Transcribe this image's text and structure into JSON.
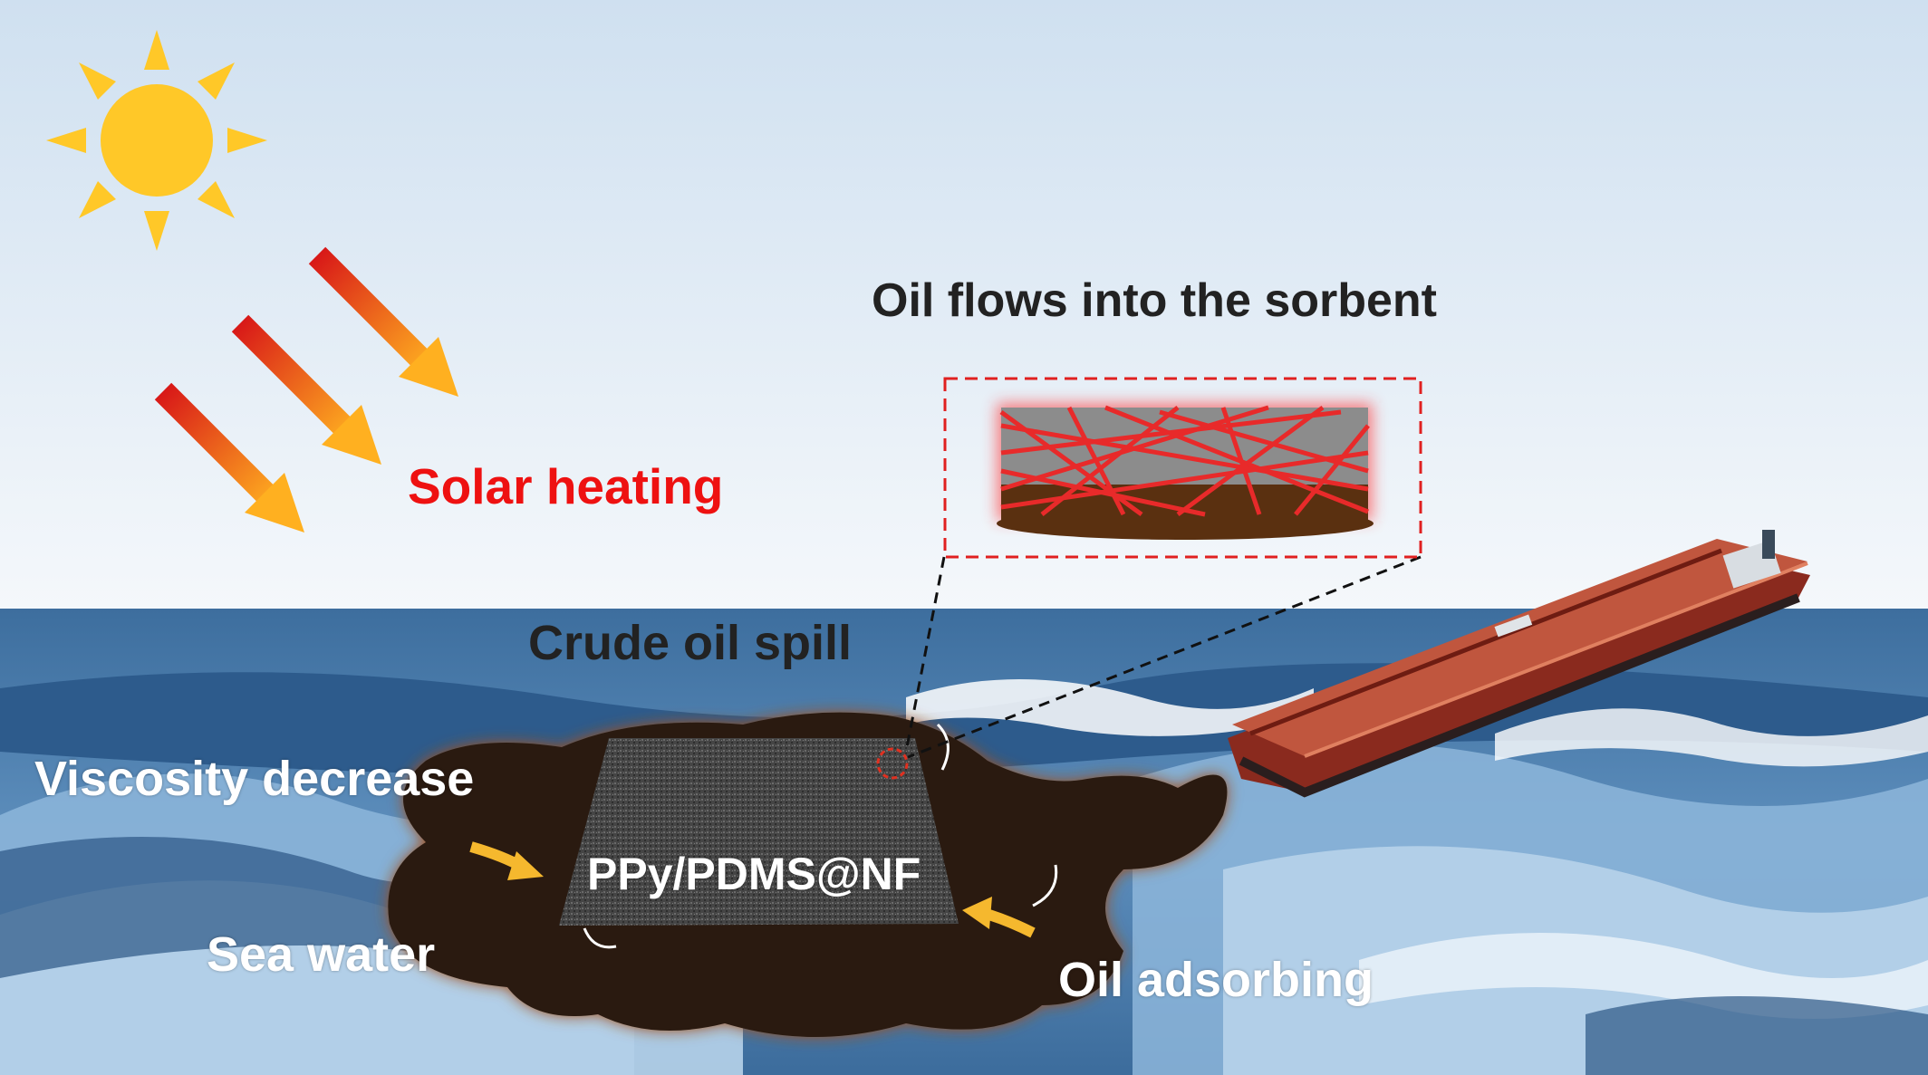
{
  "labels": {
    "oil_flows": "Oil flows into the sorbent",
    "solar_heating": "Solar heating",
    "crude_oil_spill": "Crude oil spill",
    "viscosity_decrease": "Viscosity decrease",
    "sorbent_name": "PPy/PDMS@NF",
    "sea_water": "Sea water",
    "oil_adsorbing": "Oil adsorbing"
  },
  "colors": {
    "sky_top": "#cfe0f0",
    "sky_bottom": "#f4f7fb",
    "sea_deep": "#2f5f94",
    "sea_light": "#8fb8dc",
    "oil": "#2a1a10",
    "sun": "#ffc828",
    "solar_label": "#ee1111",
    "inset_border": "#e02020",
    "sorbent": "#4a4a4a"
  }
}
